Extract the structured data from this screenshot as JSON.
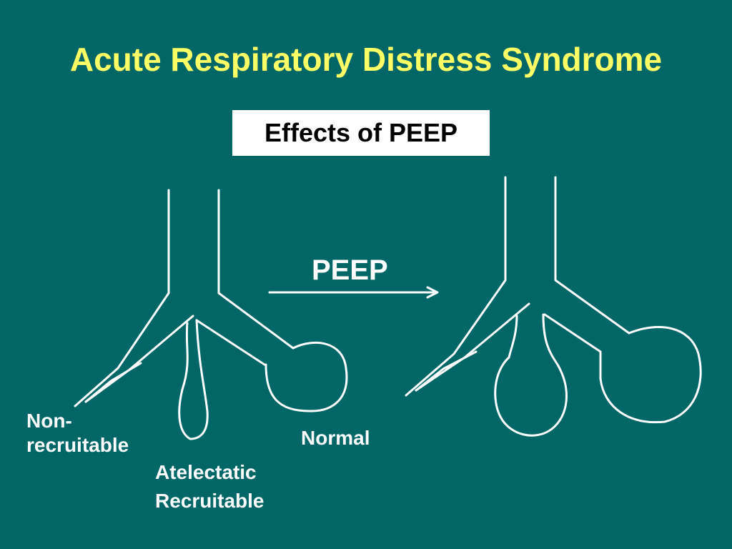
{
  "slide": {
    "title": "Acute Respiratory Distress Syndrome",
    "subtitle": "Effects of PEEP",
    "arrow_label": "PEEP",
    "labels": {
      "non_recruitable_line1": "Non-",
      "non_recruitable_line2": "recruitable",
      "normal": "Normal",
      "atelectatic_line1": "Atelectatic",
      "atelectatic_line2": "Recruitable"
    }
  },
  "colors": {
    "background": "#006666",
    "title": "#ffff66",
    "subtitle_box": "#ffffff",
    "subtitle_text": "#000000",
    "line": "#ffffff"
  },
  "icons": {
    "arrow": "right-arrow-icon"
  }
}
